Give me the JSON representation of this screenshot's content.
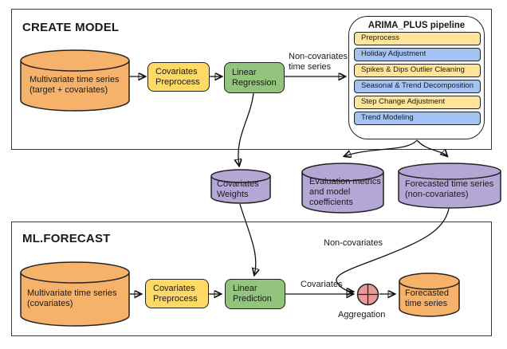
{
  "colors": {
    "orange": "#F6B26B",
    "yellow": "#FFD966",
    "light_yellow": "#FFE599",
    "green": "#93C47D",
    "blue": "#A4C2F4",
    "purple": "#B4A7D6",
    "pink": "#EA9999",
    "border": "#222222",
    "text": "#1a1a1a"
  },
  "create_model": {
    "title": "CREATE MODEL",
    "source": "Multivariate time series\n(target + covariates)",
    "preprocess": "Covariates\nPreprocess",
    "regression": "Linear\nRegression",
    "edge_noncov": "Non-covariates\ntime series"
  },
  "arima_pipeline": {
    "title": "ARIMA_PLUS pipeline",
    "steps": [
      {
        "label": "Preprocess",
        "color": "light_yellow"
      },
      {
        "label": "Holiday Adjustment",
        "color": "blue"
      },
      {
        "label": "Spikes & Dips Outlier Cleaning",
        "color": "light_yellow"
      },
      {
        "label": "Seasonal & Trend Decomposition",
        "color": "blue"
      },
      {
        "label": "Step Change Adjustment",
        "color": "light_yellow"
      },
      {
        "label": "Trend Modeling",
        "color": "blue"
      }
    ]
  },
  "intermediates": {
    "covariates_weights": "Covariates\nWeights",
    "evaluation": "Evaluation metrics\nand model\ncoefficients",
    "forecast_noncov": "Forecasted time series\n(non-covariates)"
  },
  "ml_forecast": {
    "title": "ML.FORECAST",
    "source": "Multivariate time series\n(covariates)",
    "preprocess": "Covariates\nPreprocess",
    "prediction": "Linear\nPrediction",
    "edge_covariates": "Covariates",
    "edge_noncov": "Non-covariates",
    "aggregation": "Aggregation",
    "output": "Forecasted\ntime series"
  }
}
